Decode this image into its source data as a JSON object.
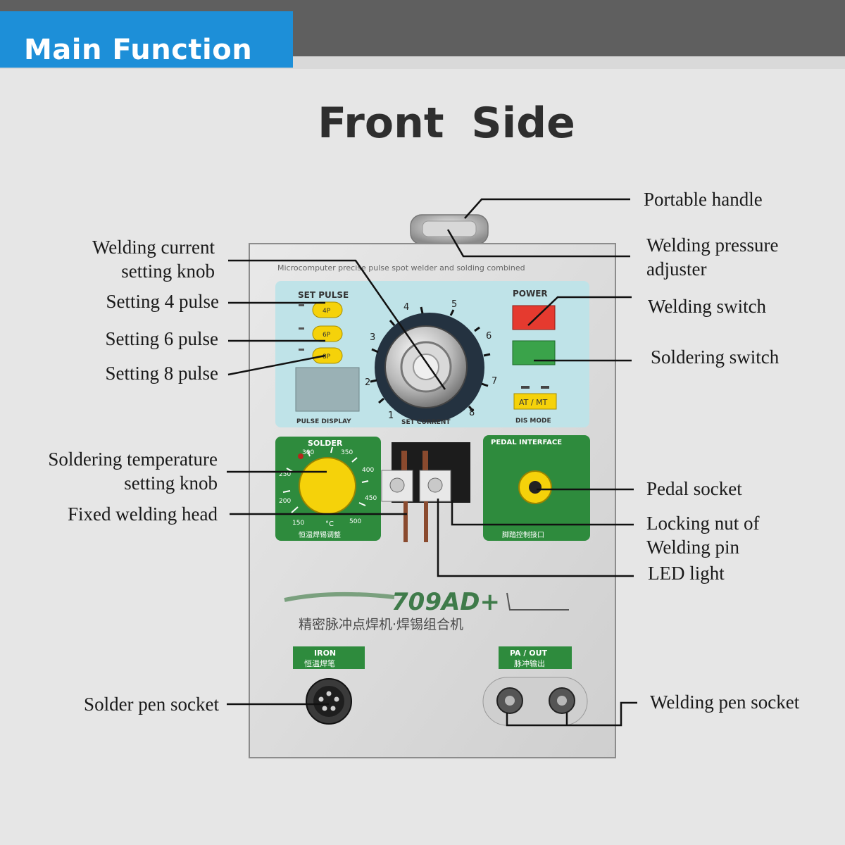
{
  "banner": {
    "label": "Main Function"
  },
  "heading": "Front  Side",
  "colors": {
    "banner_blue": "#1d8fd8",
    "header_gray": "#5f5f5f",
    "panel_teal": "#bfe3e8",
    "panel_green": "#2e8b3d",
    "knob_yellow": "#f5d20a",
    "power_red": "#e53a2f",
    "power_green": "#3aa34a"
  },
  "panel": {
    "top_caption": "Microcomputer precise pulse spot welder and solding combined",
    "set_pulse": "SET PULSE",
    "btn_4p": "4P",
    "btn_6p": "6P",
    "btn_8p": "8P",
    "pulse_display": "PULSE DISPLAY",
    "set_current": "SET CURRENT",
    "dial_numbers": [
      "1",
      "2",
      "3",
      "4",
      "5",
      "6",
      "7",
      "8"
    ],
    "power": "POWER",
    "dis_mode": "DIS MODE",
    "at_mt": "AT / MT",
    "solder": "SOLDER",
    "solder_scale": [
      "150",
      "200",
      "250",
      "300",
      "350",
      "400",
      "450",
      "500"
    ],
    "solder_unit": "°C",
    "solder_caption": "恒温焊锡调整",
    "pedal_interface": "PEDAL INTERFACE",
    "pedal_caption": "脚踏控制接口",
    "model": "709AD+",
    "model_sub": "精密脉冲点焊机·焊锡组合机",
    "iron": "IRON",
    "iron_sub": "恒温焊笔",
    "pa_out": "PA / OUT",
    "pa_out_sub": "脉冲输出"
  },
  "callouts": {
    "portable_handle": "Portable handle",
    "pressure_adjuster_1": "Welding pressure",
    "pressure_adjuster_2": "adjuster",
    "welding_switch": "Welding switch",
    "soldering_switch": "Soldering switch",
    "pedal_socket": "Pedal socket",
    "locking_nut_1": "Locking nut of",
    "locking_nut_2": "Welding pin",
    "led_light": "LED light",
    "welding_pen_socket": "Welding pen socket",
    "current_knob_1": "Welding current",
    "current_knob_2": "setting knob",
    "setting_4": "Setting 4 pulse",
    "setting_6": "Setting 6 pulse",
    "setting_8": "Setting 8 pulse",
    "solder_temp_1": "Soldering temperature",
    "solder_temp_2": "setting knob",
    "fixed_head": "Fixed welding head",
    "solder_pen_socket": "Solder pen socket"
  }
}
